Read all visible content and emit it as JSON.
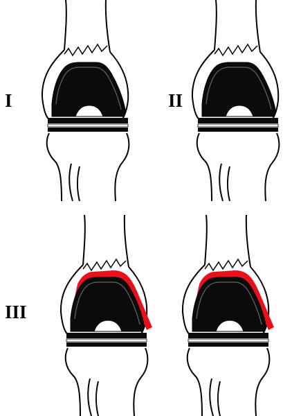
{
  "labels": {
    "i": "I",
    "ii": "II",
    "iii": "III"
  },
  "colors": {
    "line": "#000000",
    "component": "#0b0b0b",
    "highlight": "#e8101a",
    "background": "#ffffff"
  },
  "panels": [
    {
      "id": "knee-panel-1",
      "highlight": false
    },
    {
      "id": "knee-panel-2",
      "highlight": false
    },
    {
      "id": "knee-panel-3",
      "highlight": true
    },
    {
      "id": "knee-panel-4",
      "highlight": true
    }
  ]
}
